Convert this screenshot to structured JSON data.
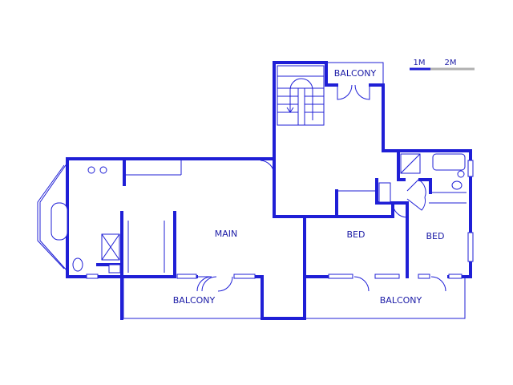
{
  "labels": {
    "balcony_top": "BALCONY",
    "main": "MAIN",
    "bed_center": "BED",
    "bed_right": "BED",
    "balcony_left": "BALCONY",
    "balcony_right": "BALCONY"
  },
  "scale": {
    "one": "1M",
    "two": "2M"
  },
  "colors": {
    "wall": "#1f1fd6",
    "text": "#1a1aa6",
    "scale_bar_dark": "#1f1fd6",
    "scale_bar_light": "#b0b0b0"
  }
}
